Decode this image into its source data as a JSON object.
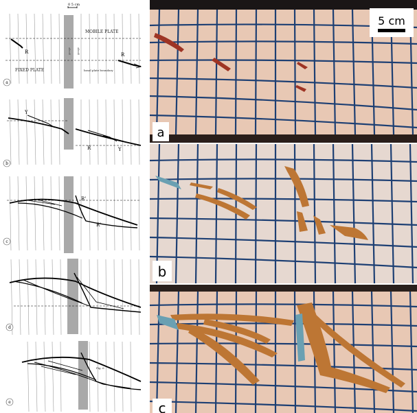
{
  "scale_bar_small": "0   5 cm",
  "scale_bar_large": "5 cm",
  "sketch_labels": {
    "mobile_plate": "MOBILE PLATE",
    "fixed_plate": "FIXED PLATE",
    "basal_plate_boundary": "basal plate boundary",
    "gouge_left": "gouge",
    "gouge_right": "gouge",
    "riedel": "R",
    "riedel_conjugate": "R'",
    "y_shear": "Y",
    "fig_ref": "Fig. 6"
  },
  "panels": [
    "a",
    "b",
    "c",
    "d",
    "e"
  ],
  "photo_panels": [
    "a",
    "b",
    "c"
  ],
  "colors": {
    "photo_background": "#e8c8b4",
    "grid_line": "#1d3f73",
    "fault_red": "#9e3424",
    "fault_orange": "#bd7634",
    "fault_blue": "#6aa0b2",
    "sketch_gouge": "#a9a9a9"
  }
}
